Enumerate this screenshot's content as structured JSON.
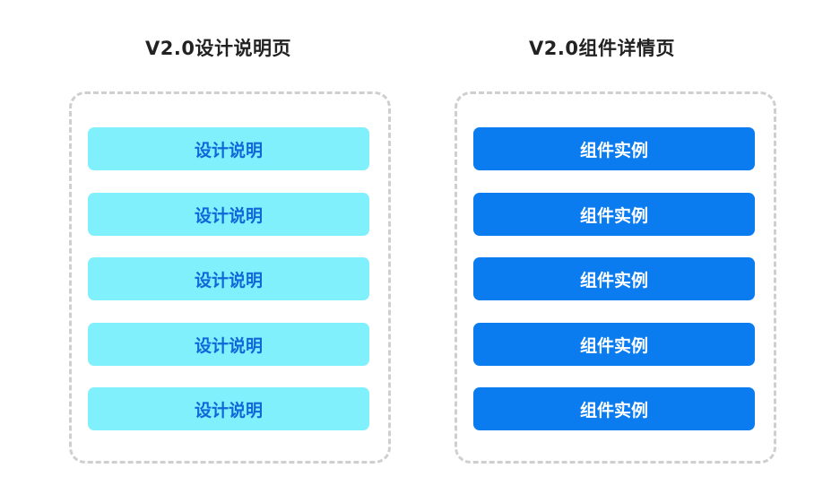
{
  "left": {
    "title": "V2.0设计说明页",
    "items": [
      "设计说明",
      "设计说明",
      "设计说明",
      "设计说明",
      "设计说明"
    ],
    "item_color": "#81f0fd",
    "text_color": "#1068d8"
  },
  "right": {
    "title": "V2.0组件详情页",
    "items": [
      "组件实例",
      "组件实例",
      "组件实例",
      "组件实例",
      "组件实例"
    ],
    "item_color": "#0a7cf0",
    "text_color": "#ffffff"
  },
  "border_color": "#cfcfcf"
}
